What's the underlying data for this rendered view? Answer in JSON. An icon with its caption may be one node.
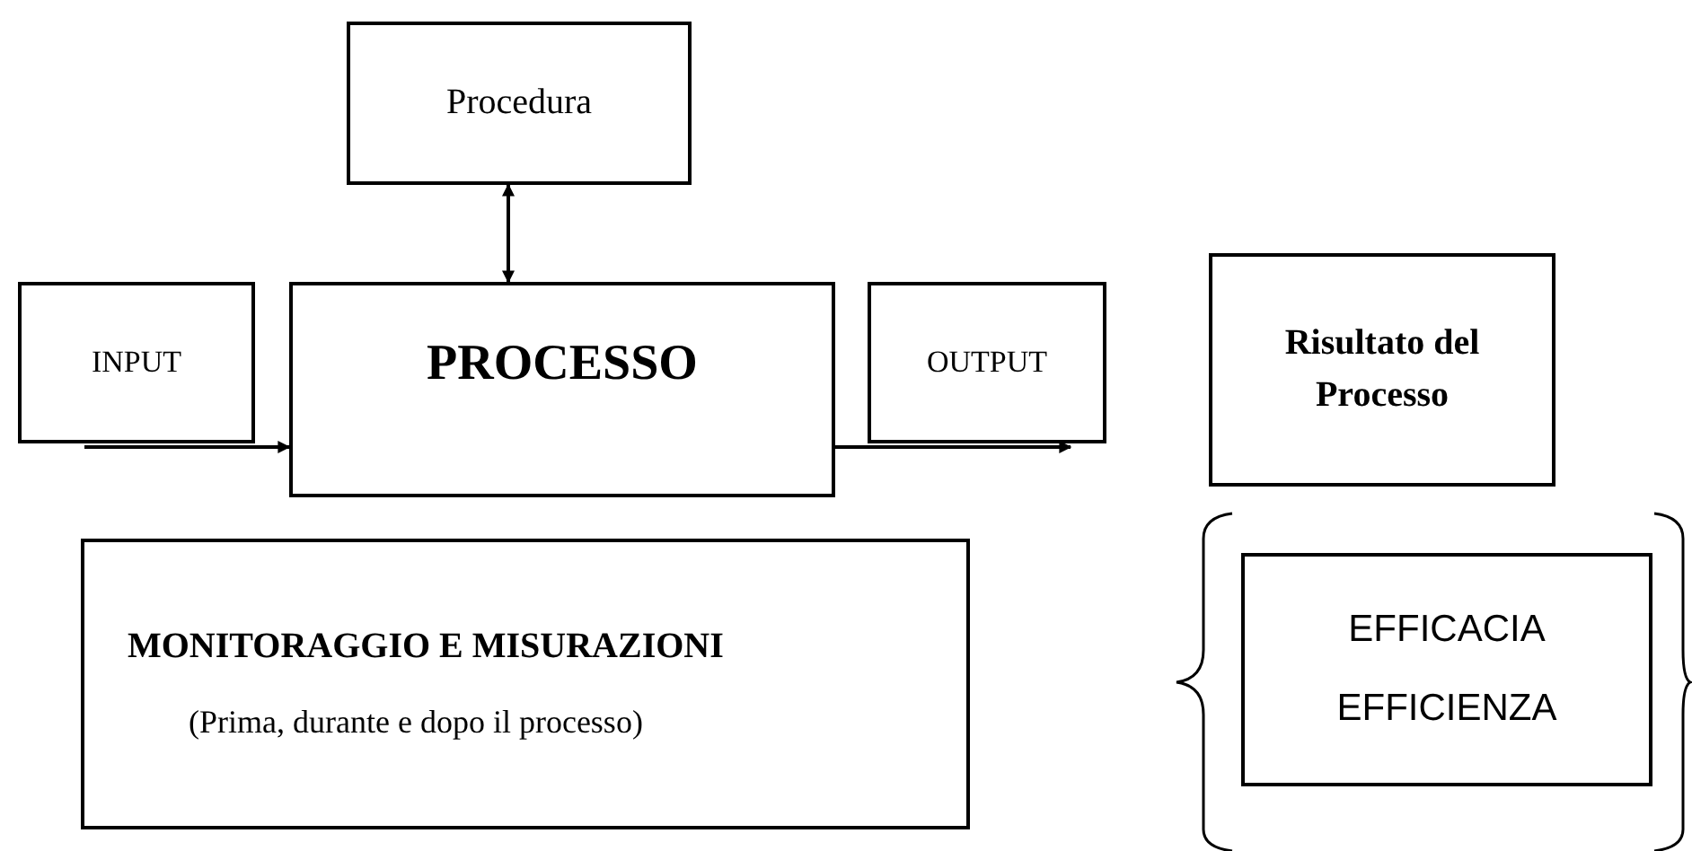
{
  "diagram": {
    "nodes": [
      {
        "text": [
          "Procedura"
        ]
      },
      {
        "text": [
          "INPUT"
        ]
      },
      {
        "text": [
          "PROCESSO"
        ]
      },
      {
        "text": [
          "OUTPUT"
        ]
      },
      {
        "text": [
          "Risultato del Processo"
        ]
      },
      {
        "text": [
          "MONITORAGGIO E MISURAZIONI",
          "(Prima, durante e dopo il processo)"
        ]
      },
      {
        "text": [
          "EFFICACIA",
          "EFFICIENZA"
        ]
      }
    ],
    "edges": [
      {
        "from": 0,
        "to": 2,
        "arrow": "both"
      },
      {
        "from": 1,
        "to": 2,
        "arrow": "to"
      },
      {
        "from": 2,
        "to": 3,
        "arrow": "to"
      }
    ]
  }
}
